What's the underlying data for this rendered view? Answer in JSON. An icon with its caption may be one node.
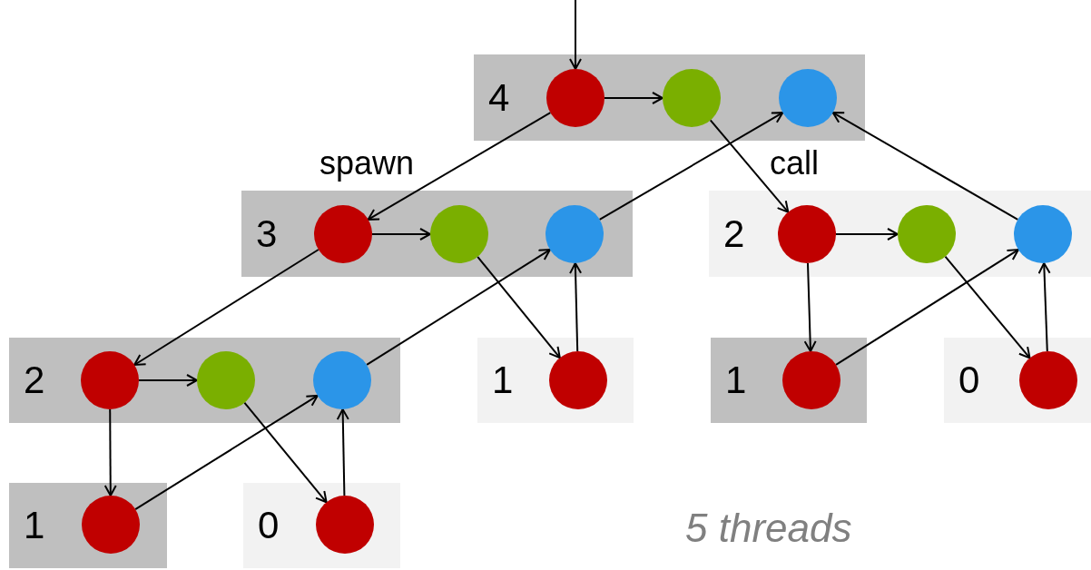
{
  "diagram": {
    "nodes": [
      {
        "text": [
          "4"
        ]
      },
      {
        "text": [],
        "shape": "circle",
        "in": 0
      },
      {
        "text": [],
        "shape": "circle",
        "in": 0
      },
      {
        "text": [],
        "shape": "circle",
        "in": 0
      },
      {
        "text": [
          "3"
        ]
      },
      {
        "text": [],
        "shape": "circle",
        "in": 4
      },
      {
        "text": [],
        "shape": "circle",
        "in": 4
      },
      {
        "text": [],
        "shape": "circle",
        "in": 4
      },
      {
        "text": [
          "2"
        ]
      },
      {
        "text": [],
        "shape": "circle",
        "in": 8
      },
      {
        "text": [],
        "shape": "circle",
        "in": 8
      },
      {
        "text": [],
        "shape": "circle",
        "in": 8
      },
      {
        "text": [
          "2"
        ]
      },
      {
        "text": [],
        "shape": "circle",
        "in": 12
      },
      {
        "text": [],
        "shape": "circle",
        "in": 12
      },
      {
        "text": [],
        "shape": "circle",
        "in": 12
      },
      {
        "text": [
          "1"
        ]
      },
      {
        "text": [],
        "shape": "circle",
        "in": 16
      },
      {
        "text": [
          "1"
        ]
      },
      {
        "text": [],
        "shape": "circle",
        "in": 18
      },
      {
        "text": [
          "0"
        ]
      },
      {
        "text": [],
        "shape": "circle",
        "in": 20
      },
      {
        "text": [
          "1"
        ]
      },
      {
        "text": [],
        "shape": "circle",
        "in": 22
      },
      {
        "text": [
          "0"
        ]
      },
      {
        "text": [],
        "shape": "circle",
        "in": 24
      }
    ],
    "edges": [
      {
        "from": null,
        "to": 1,
        "arrow": "to"
      },
      {
        "from": 1,
        "to": 2,
        "arrow": "to"
      },
      {
        "from": 1,
        "to": 5,
        "arrow": "to"
      },
      {
        "from": 2,
        "to": 9,
        "arrow": "to"
      },
      {
        "from": 7,
        "to": 3,
        "arrow": "to"
      },
      {
        "from": 11,
        "to": 3,
        "arrow": "to"
      },
      {
        "from": 5,
        "to": 6,
        "arrow": "to"
      },
      {
        "from": 5,
        "to": 13,
        "arrow": "to"
      },
      {
        "from": 6,
        "to": 17,
        "arrow": "to"
      },
      {
        "from": 17,
        "to": 7,
        "arrow": "to"
      },
      {
        "from": 15,
        "to": 7,
        "arrow": "to"
      },
      {
        "from": 9,
        "to": 10,
        "arrow": "to"
      },
      {
        "from": 9,
        "to": 19,
        "arrow": "to"
      },
      {
        "from": 10,
        "to": 21,
        "arrow": "to"
      },
      {
        "from": 21,
        "to": 11,
        "arrow": "to"
      },
      {
        "from": 19,
        "to": 11,
        "arrow": "to"
      },
      {
        "from": 13,
        "to": 14,
        "arrow": "to"
      },
      {
        "from": 13,
        "to": 23,
        "arrow": "to"
      },
      {
        "from": 14,
        "to": 25,
        "arrow": "to"
      },
      {
        "from": 25,
        "to": 15,
        "arrow": "to"
      },
      {
        "from": 23,
        "to": 15,
        "arrow": "to"
      }
    ],
    "labels": [
      "spawn",
      "call",
      "5 threads"
    ]
  }
}
